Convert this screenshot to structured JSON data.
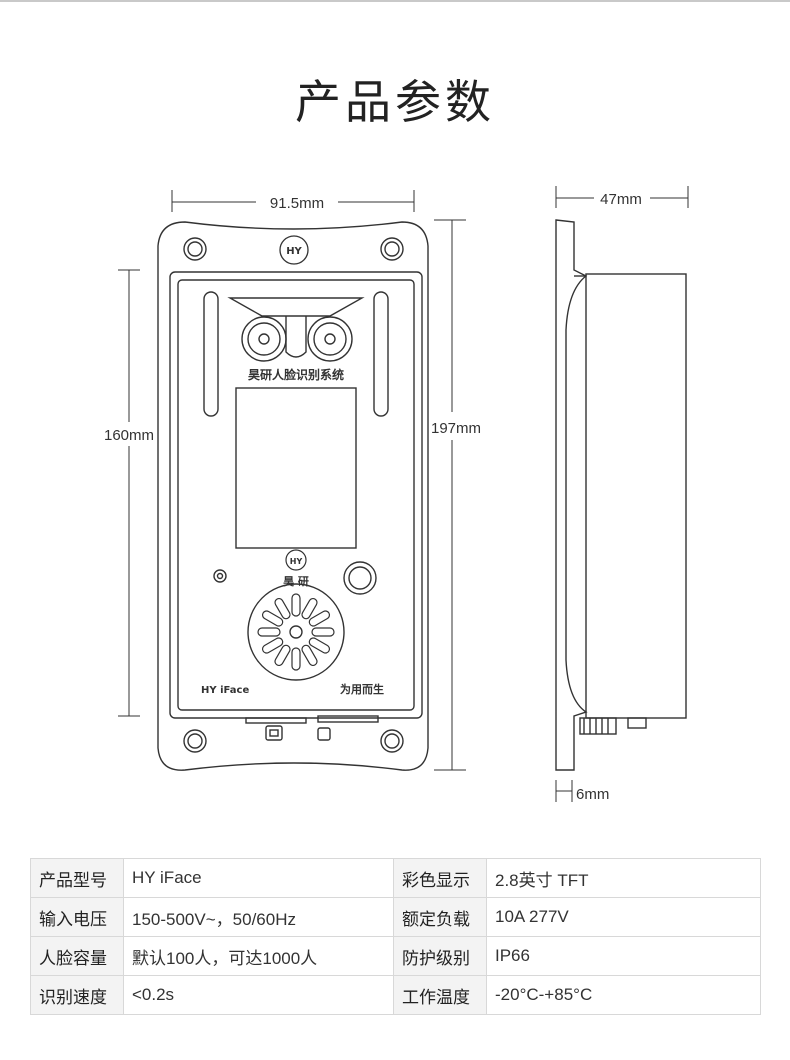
{
  "page": {
    "title": "产品参数"
  },
  "dimensions": {
    "width": "91.5mm",
    "height_panel": "160mm",
    "height_total": "197mm",
    "depth": "47mm",
    "thread": "6mm"
  },
  "device": {
    "logo": "HY",
    "system_name": "昊研人脸识别系统",
    "brand_cn": "昊 研",
    "model_label": "HY iFace",
    "maker_label": "为用而生"
  },
  "specs": {
    "rows": [
      {
        "k1": "产品型号",
        "v1": "HY iFace",
        "k2": "彩色显示",
        "v2": "2.8英寸 TFT"
      },
      {
        "k1": "输入电压",
        "v1": "150-500V~，50/60Hz",
        "k2": "额定负载",
        "v2": "10A 277V"
      },
      {
        "k1": "人脸容量",
        "v1": "默认100人，可达1000人",
        "k2": "防护级别",
        "v2": "IP66"
      },
      {
        "k1": "识别速度",
        "v1": "<0.2s",
        "k2": "工作温度",
        "v2": "-20°C-+85°C"
      }
    ]
  },
  "colors": {
    "line": "#333333",
    "table_border": "#d8d8d8",
    "key_cell_bg": "#f3f3f3"
  }
}
